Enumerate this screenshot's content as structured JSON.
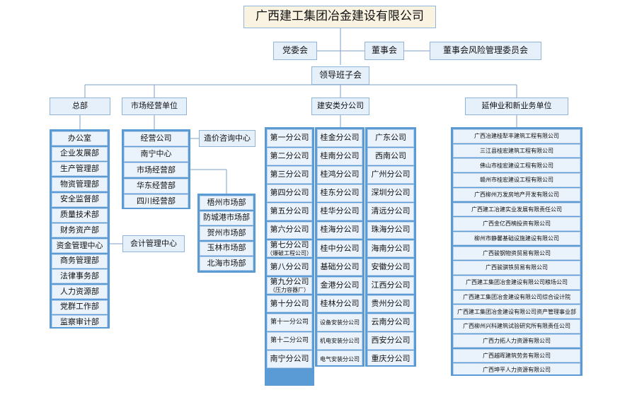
{
  "title": "广西建工集团冶金建设有限公司",
  "top_row": {
    "party": "党委会",
    "board": "董事会",
    "risk": "董事会风险管理委员会"
  },
  "leadership": "领导班子会",
  "categories": {
    "hq": "总部",
    "market": "市场经营单位",
    "construction": "建安类分公司",
    "extension": "延伸业和新业务单位"
  },
  "hq_items": [
    "办公室",
    "企业发展部",
    "生产管理部",
    "物资管理部",
    "安全监督部",
    "质量技术部",
    "财务资产部",
    "资金管理中心",
    "商务管理部",
    "法律事务部",
    "人力资源部",
    "党群工作部",
    "监察审计部"
  ],
  "accounting_center": "会计管理中心",
  "market_items": [
    "经营公司",
    "南宁中心",
    "市场经营部",
    "华东经营部",
    "四川经营部"
  ],
  "cost_center": "造价咨询中心",
  "market_depts": [
    "梧州市场部",
    "防城港市场部",
    "贺州市场部",
    "玉林市场部",
    "北海市场部"
  ],
  "construction_col1": [
    {
      "main": "第一分公司",
      "sub": ""
    },
    {
      "main": "第二分公司",
      "sub": ""
    },
    {
      "main": "第三分公司",
      "sub": ""
    },
    {
      "main": "第四分公司",
      "sub": ""
    },
    {
      "main": "第五分公司",
      "sub": ""
    },
    {
      "main": "第六分公司",
      "sub": ""
    },
    {
      "main": "第七分公司",
      "sub": "（爆破工程公司）"
    },
    {
      "main": "第八分公司",
      "sub": ""
    },
    {
      "main": "第九分公司",
      "sub": "（压力容器厂）"
    },
    {
      "main": "第十分公司",
      "sub": ""
    },
    {
      "main": "第十一分公司",
      "sub": ""
    },
    {
      "main": "第十二分公司",
      "sub": ""
    },
    {
      "main": "南宁分公司",
      "sub": ""
    }
  ],
  "construction_col2": [
    "桂金分公司",
    "桂南分公司",
    "桂鸿分公司",
    "桂东分公司",
    "桂华分公司",
    "桂海分公司",
    "桂中分公司",
    "基础分公司",
    "金港分公司",
    "桂林分公司",
    "设备安装分公司",
    "机电安装分公司",
    "电气安装分公司"
  ],
  "construction_col3": [
    "广东公司",
    "西南公司",
    "广州分公司",
    "深圳分公司",
    "清远分公司",
    "珠海分公司",
    "海南分公司",
    "安徽分公司",
    "江西分公司",
    "贵州分公司",
    "云南分公司",
    "西安分公司",
    "重庆分公司"
  ],
  "extension_items": [
    "广西冶建桂犁丰建筑工程有限公司",
    "三江县桂宏建筑工程有限公司",
    "佛山市桂宏建设工程有限公司",
    "赣州市桂宏建设工程有限公司",
    "广西柳州万发房地产开发有限公司",
    "广西建工冶建实业发展有限责任公司",
    "广西金亿西楠投资有限公司",
    "柳州市静馨基础设施建设有限公司",
    "广西骏钢物资贸易有限公司",
    "广西骏骐铁贸易有限公司",
    "广西建工集团冶金建设有限公司粮场公司",
    "广西建工集团冶金建设有限公司综合设计院",
    "广西建工集团冶金建设有限公司资产管理事业部",
    "广西柳州兴科建筑试验研究所有限责任公司",
    "广西力拓人力资源有限公司",
    "广西越晖建筑劳务有限公司",
    "广西坤平人力资源有限公司"
  ]
}
